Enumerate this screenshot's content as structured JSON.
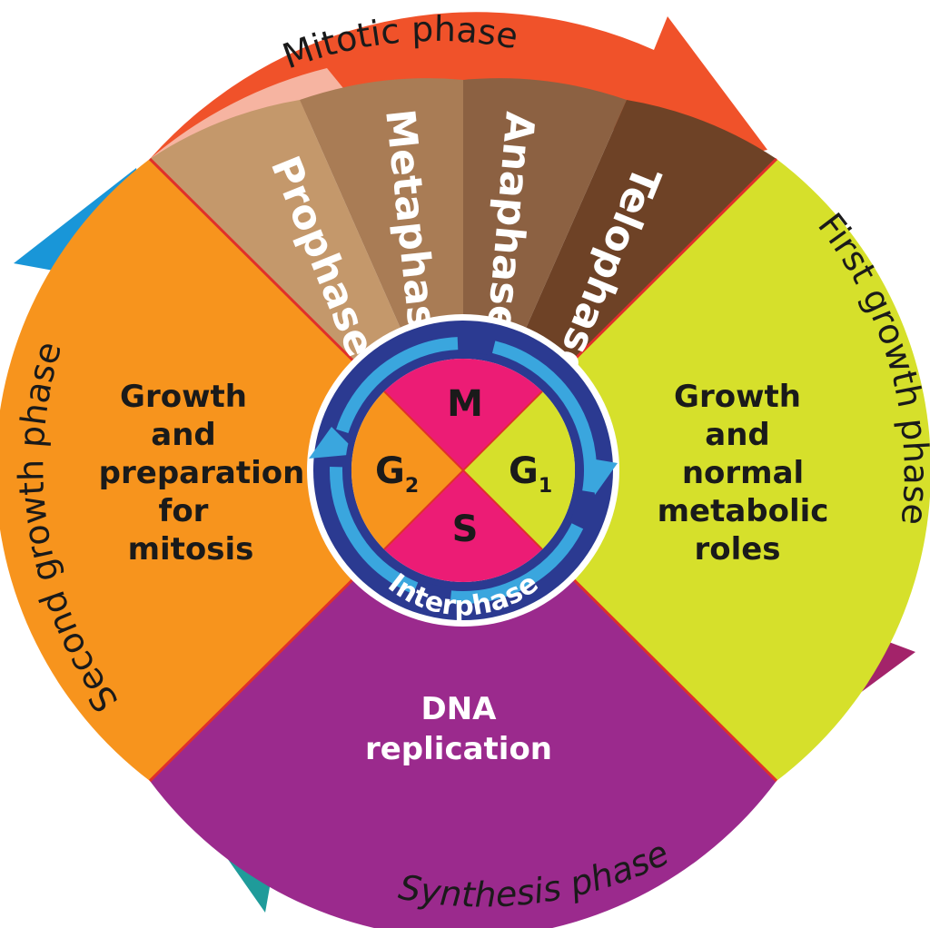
{
  "outer_labels": {
    "mitotic": "Mitotic phase",
    "first_growth": "First growth phase",
    "synthesis": "Synthesis phase",
    "second_growth": "Second growth phase"
  },
  "mitotic_stages": [
    "Prophase",
    "Metaphase",
    "Anaphase",
    "Telophase"
  ],
  "quadrants": {
    "g2": [
      "Growth",
      "and",
      "preparation",
      "for",
      "mitosis"
    ],
    "g1": [
      "Growth",
      "and",
      "normal",
      "metabolic",
      "roles"
    ],
    "s": [
      "DNA",
      "replication"
    ]
  },
  "inner": {
    "m": "M",
    "s": "S",
    "g1_main": "G",
    "g1_sub": "1",
    "g2_main": "G",
    "g2_sub": "2",
    "ring": "Interphase"
  },
  "colors": {
    "mitotic_arrow": "#f0522a",
    "first_growth_arrow": "#a3236a",
    "synthesis_arrow": "#1f9b9a",
    "second_growth_arrow": "#1996d8",
    "g2_quadrant": "#f7941d",
    "g1_quadrant": "#d6e02b",
    "s_quadrant": "#9b2a8d",
    "prophase": "#c4986b",
    "metaphase": "#a97c55",
    "anaphase": "#8c6142",
    "telophase": "#6e4226",
    "center_m_s": "#ec1c75",
    "ring": "#2b3a91",
    "ring_arrows": "#3aa6de",
    "divider": "#e0302a"
  }
}
